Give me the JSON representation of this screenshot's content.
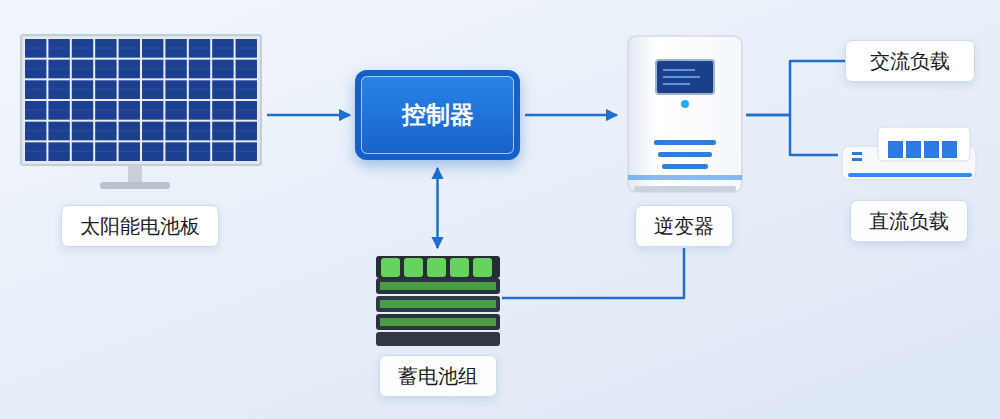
{
  "diagram": {
    "nodes": [
      {
        "text": [
          "太阳能电池板"
        ]
      },
      {
        "text": [
          "控制器"
        ]
      },
      {
        "text": [
          "逆变器"
        ]
      },
      {
        "text": [
          "交流负载"
        ]
      },
      {
        "text": [
          "直流负载"
        ]
      },
      {
        "text": [
          "蓄电池组"
        ]
      }
    ],
    "edges": [
      {
        "from": 0,
        "to": 1,
        "arrow": "to"
      },
      {
        "from": 1,
        "to": 2,
        "arrow": "to"
      },
      {
        "from": 1,
        "to": 5,
        "arrow": "both"
      },
      {
        "from": 5,
        "to": 2,
        "arrow": "none"
      },
      {
        "from": 2,
        "to": 3,
        "arrow": "none"
      },
      {
        "from": 2,
        "to": 4,
        "arrow": "none"
      }
    ]
  }
}
